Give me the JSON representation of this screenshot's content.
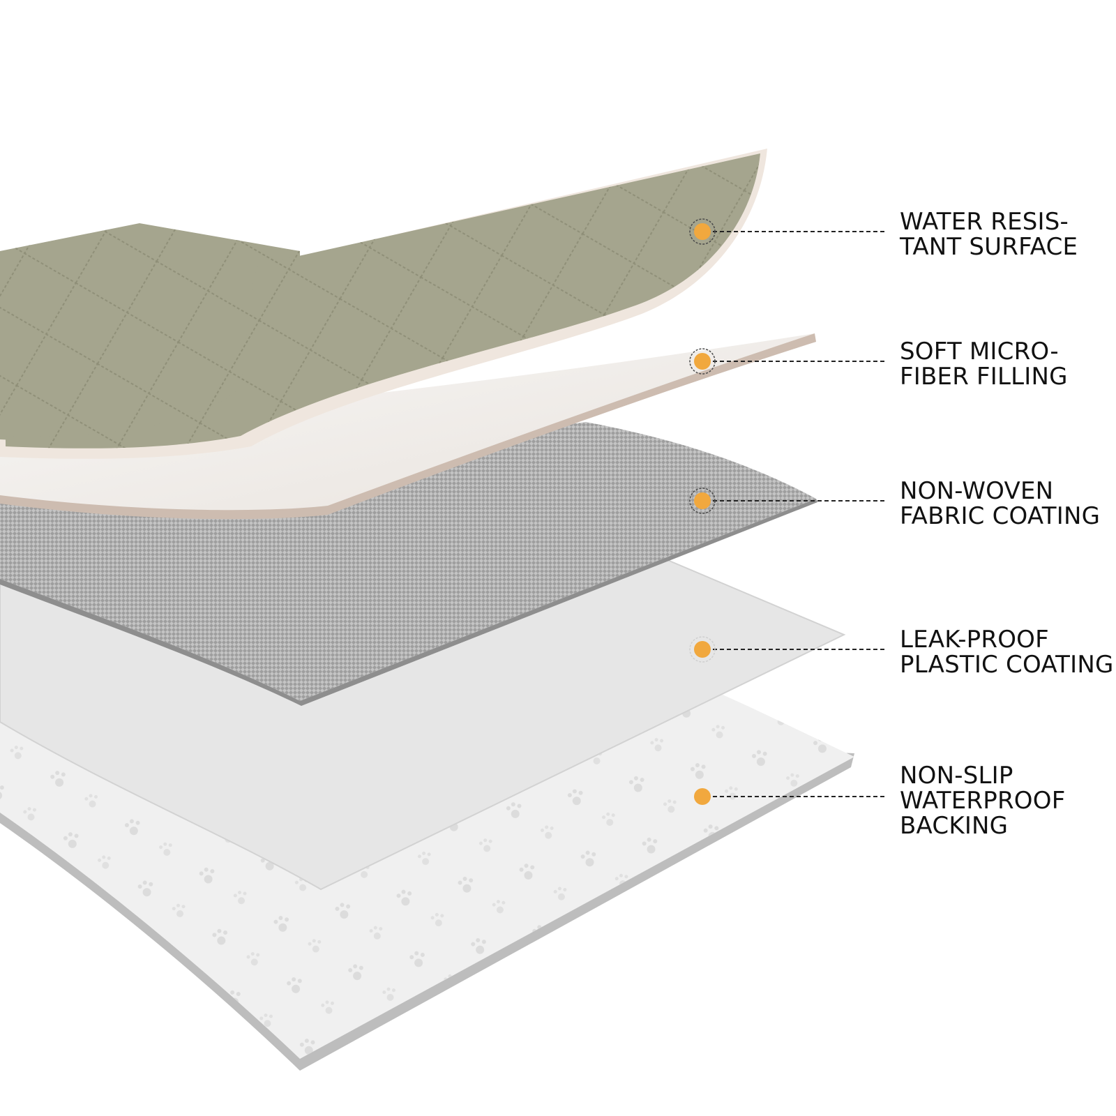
{
  "colors": {
    "surface": "#a5a58e",
    "surface_edge": "#efe6de",
    "filling": "#f6f4f2",
    "fabric": "#b8b8b8",
    "plastic": "#e6e6e6",
    "backing": "#f0f0f0",
    "backing_edge": "#bdbdbd",
    "marker": "#f1a83e",
    "leader": "#222222"
  },
  "layers": [
    {
      "id": "surface",
      "lines": [
        "WATER RESIS-",
        "TANT SURFACE"
      ]
    },
    {
      "id": "filling",
      "lines": [
        "SOFT MICRO-",
        "FIBER FILLING"
      ]
    },
    {
      "id": "fabric",
      "lines": [
        "NON-WOVEN",
        "FABRIC COATING"
      ]
    },
    {
      "id": "plastic",
      "lines": [
        "LEAK-PROOF",
        "PLASTIC COATING"
      ]
    },
    {
      "id": "backing",
      "lines": [
        "NON-SLIP",
        "WATERPROOF",
        "BACKING"
      ]
    }
  ]
}
